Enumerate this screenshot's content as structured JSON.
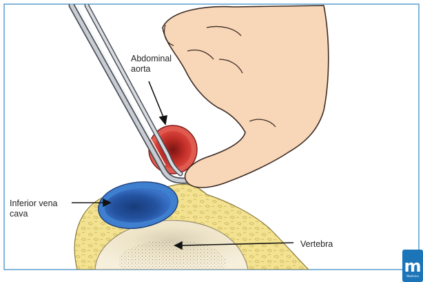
{
  "labels": {
    "aorta_line1": "Abdominal",
    "aorta_line2": "aorta",
    "ivc_line1": "Inferior vena",
    "ivc_line2": "cava",
    "vertebra": "Vertebra"
  },
  "logo": {
    "glyph": "m",
    "text": "Medicina"
  },
  "colors": {
    "frame": "#2f86c2",
    "aorta_fill": "#c8322e",
    "ivc_fill": "#2f6fc0",
    "fat_fill": "#f2e08c",
    "skin": "#f7d3b4",
    "bone": "#efe3c4",
    "logo_blue": "#1c74b9"
  }
}
